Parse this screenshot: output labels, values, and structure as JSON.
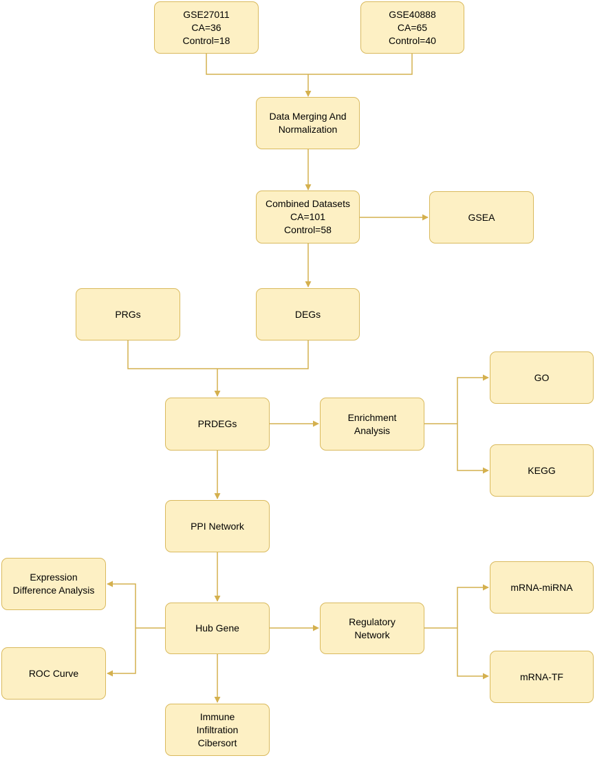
{
  "colors": {
    "node_fill": "#fdf0c4",
    "node_border": "#d9b95c",
    "edge": "#d4b04e",
    "text": "#000000"
  },
  "nodes": {
    "gse27011": "GSE27011\nCA=36\nControl=18",
    "gse40888": "GSE40888\nCA=65\nControl=40",
    "merging": "Data Merging And\nNormalization",
    "combined": "Combined Datasets\nCA=101\nControl=58",
    "gsea": "GSEA",
    "prgs": "PRGs",
    "degs": "DEGs",
    "prdegs": "PRDEGs",
    "enrichment": "Enrichment\nAnalysis",
    "go": "GO",
    "kegg": "KEGG",
    "ppi": "PPI Network",
    "expression": "Expression\nDifference Analysis",
    "hub": "Hub Gene",
    "regulatory": "Regulatory\nNetwork",
    "mirna": "mRNA-miRNA",
    "roc": "ROC Curve",
    "tf": "mRNA-TF",
    "immune": "Immune\nInfiltration\nCibersort"
  }
}
